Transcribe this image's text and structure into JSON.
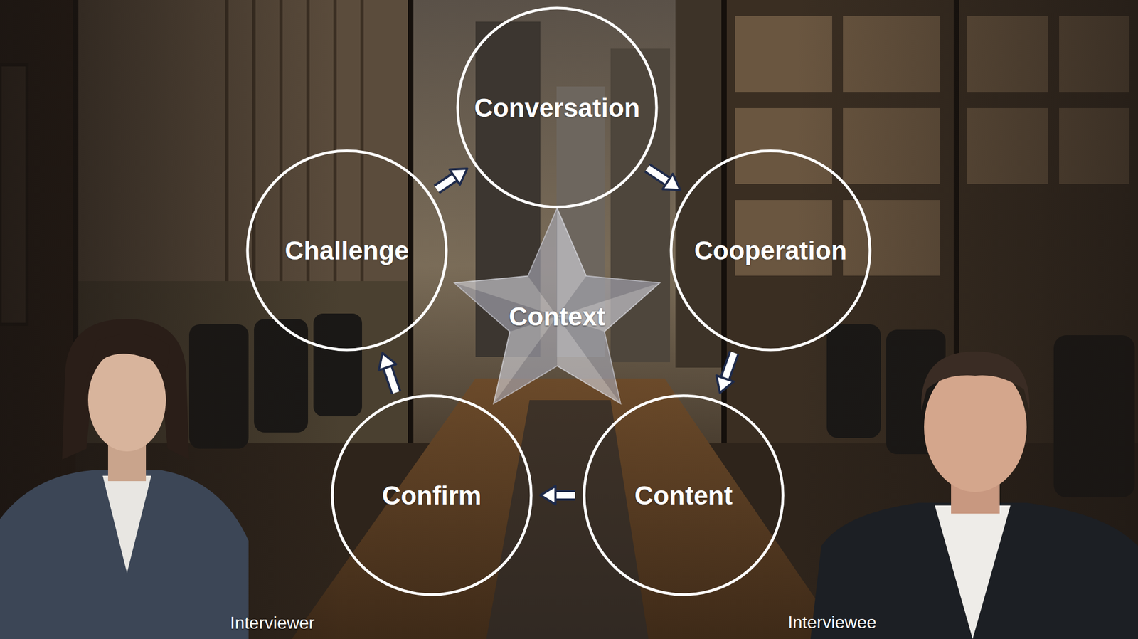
{
  "diagram": {
    "nodes": [
      {
        "text": [
          "Conversation"
        ]
      },
      {
        "text": [
          "Cooperation"
        ]
      },
      {
        "text": [
          "Content"
        ]
      },
      {
        "text": [
          "Confirm"
        ]
      },
      {
        "text": [
          "Challenge"
        ]
      },
      {
        "text": [
          "Context"
        ]
      }
    ],
    "edges": [
      {
        "from": 0,
        "to": 1,
        "arrow": "to"
      },
      {
        "from": 1,
        "to": 2,
        "arrow": "to"
      },
      {
        "from": 2,
        "to": 3,
        "arrow": "to"
      },
      {
        "from": 3,
        "to": 4,
        "arrow": "to"
      },
      {
        "from": 4,
        "to": 0,
        "arrow": "to"
      }
    ],
    "labels": [
      "Interviewer",
      "Interviewee"
    ]
  }
}
